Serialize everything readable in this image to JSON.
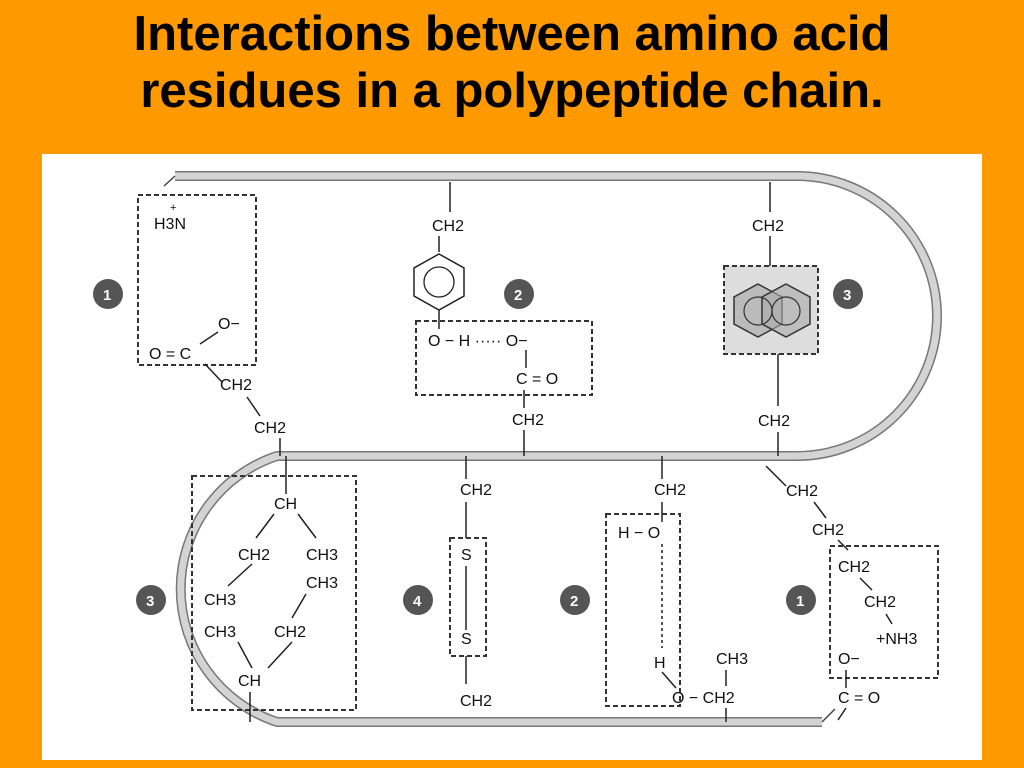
{
  "title": {
    "line1": "Interactions between amino acid",
    "line2": "residues in a polypeptide chain."
  },
  "colors": {
    "background": "#ff9900",
    "badge": "#555555",
    "chain": "#cfcfcf"
  },
  "badges": {
    "b1a": "1",
    "b2a": "2",
    "b3a": "3",
    "b3b": "3",
    "b4": "4",
    "b2b": "2",
    "b1b": "1"
  },
  "labels": {
    "h3n": "H3N",
    "plus_n": "+",
    "o_minus_1": "O−",
    "o_eq_c": "O = C",
    "ch2_1a": "CH2",
    "ch2_1b": "CH2",
    "ch2_2top": "CH2",
    "o_h_o": "O − H ····· O−",
    "c_eq_o": "C = O",
    "ch2_2bot": "CH2",
    "ch2_3top": "CH2",
    "ch2_3bot": "CH2",
    "ch": "CH",
    "ch2_l": "CH2",
    "ch3_r": "CH3",
    "ch3_l": "CH3",
    "ch3_r2": "CH3",
    "ch3_l2": "CH3",
    "ch2_r2": "CH2",
    "ch_b": "CH",
    "ch2_4top": "CH2",
    "s_top": "S",
    "s_bot": "S",
    "ch2_4bot": "CH2",
    "ch2_5top": "CH2",
    "h_o": "H − O",
    "h": "H",
    "o_ch2": "O − CH2",
    "ch3_5": "CH3",
    "ch2_6a": "CH2",
    "ch2_6b": "CH2",
    "ch2_6c": "CH2",
    "ch2_6d": "CH2",
    "nh3": "+NH3",
    "o_minus_6": "O−",
    "c_eq_o_6": "C = O"
  }
}
